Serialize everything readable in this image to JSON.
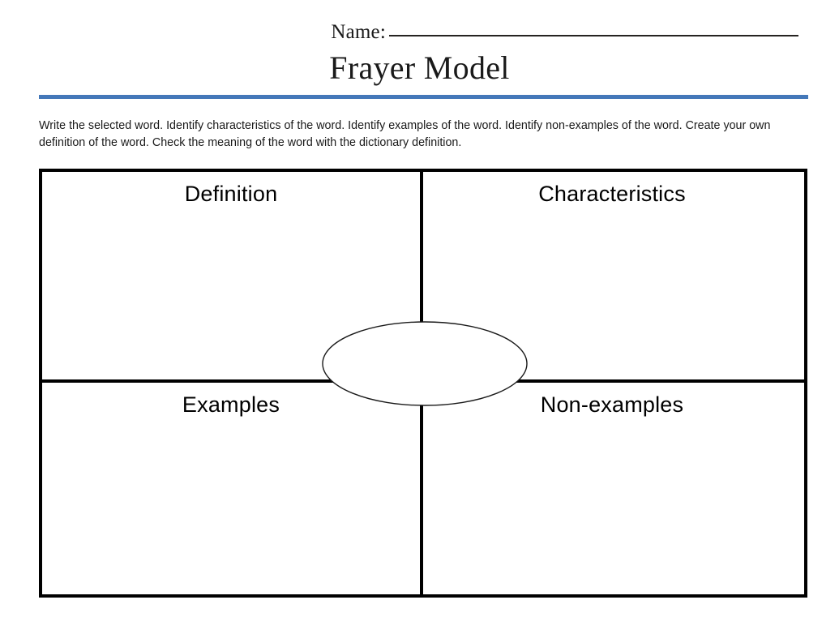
{
  "header": {
    "name_label": "Name:",
    "name_blank": "________________________________",
    "title": "Frayer Model",
    "rule_color": "#4478b9"
  },
  "instructions": {
    "text": "Write the selected word.  Identify characteristics of the word.  Identify examples of the word.  Identify non-examples of the word.  Create your own definition of the word.  Check the meaning of the word with the dictionary definition."
  },
  "frayer": {
    "border_color": "#000000",
    "quadrants": [
      {
        "key": "definition",
        "label": "Definition"
      },
      {
        "key": "characteristics",
        "label": "Characteristics"
      },
      {
        "key": "examples",
        "label": "Examples"
      },
      {
        "key": "non_examples",
        "label": "Non-examples"
      }
    ],
    "center": {
      "shape": "ellipse",
      "label": ""
    }
  }
}
